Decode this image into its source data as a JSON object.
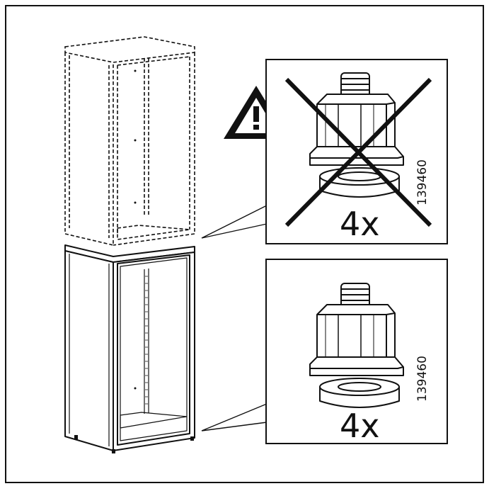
{
  "panels": [
    {
      "id": "incorrect",
      "quantity_label": "4x",
      "part_number": "139460",
      "crossed_out": true,
      "warning_icon": "warning-triangle-icon"
    },
    {
      "id": "correct",
      "quantity_label": "4x",
      "part_number": "139460",
      "crossed_out": false
    }
  ],
  "icons": [
    "warning-triangle-icon",
    "adjustable-foot-icon",
    "cross-out-icon"
  ],
  "colors": {
    "line": "#111111",
    "background": "#ffffff"
  }
}
